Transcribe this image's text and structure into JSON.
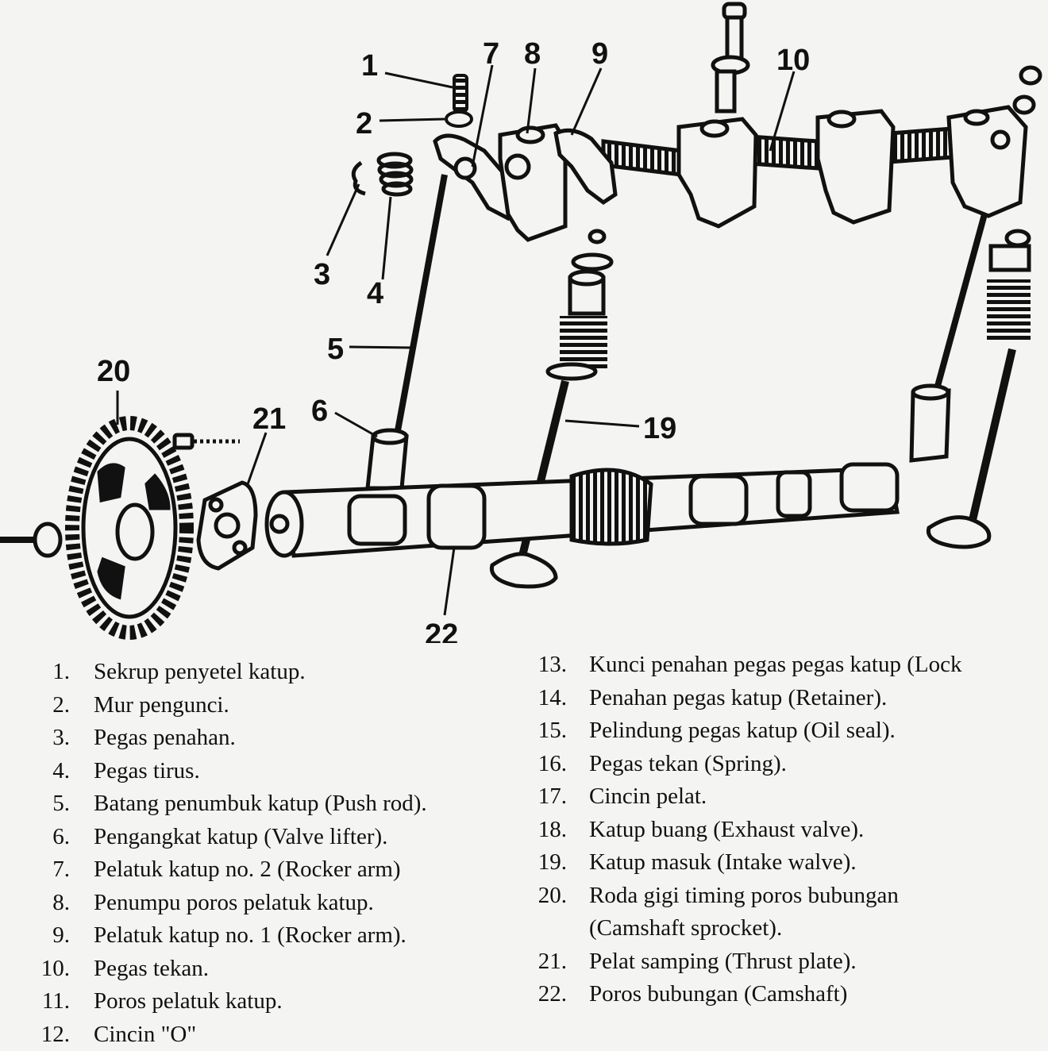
{
  "callouts": [
    "1",
    "2",
    "3",
    "4",
    "5",
    "6",
    "7",
    "8",
    "9",
    "10",
    "19",
    "20",
    "21",
    "22"
  ],
  "legend_left": [
    {
      "num": "1.",
      "text": "Sekrup penyetel katup."
    },
    {
      "num": "2.",
      "text": "Mur pengunci."
    },
    {
      "num": "3.",
      "text": "Pegas penahan."
    },
    {
      "num": "4.",
      "text": "Pegas tirus."
    },
    {
      "num": "5.",
      "text": "Batang penumbuk katup (Push rod)."
    },
    {
      "num": "6.",
      "text": "Pengangkat katup (Valve lifter)."
    },
    {
      "num": "7.",
      "text": "Pelatuk katup no. 2 (Rocker arm)"
    },
    {
      "num": "8.",
      "text": "Penumpu poros pelatuk katup."
    },
    {
      "num": "9.",
      "text": "Pelatuk katup no. 1 (Rocker arm)."
    },
    {
      "num": "10.",
      "text": "Pegas tekan."
    },
    {
      "num": "11.",
      "text": "Poros pelatuk katup."
    },
    {
      "num": "12.",
      "text": "Cincin \"O\""
    }
  ],
  "legend_right": [
    {
      "num": "13.",
      "text": "Kunci penahan pegas pegas katup (Lock"
    },
    {
      "num": "14.",
      "text": "Penahan pegas katup (Retainer)."
    },
    {
      "num": "15.",
      "text": "Pelindung pegas katup (Oil seal)."
    },
    {
      "num": "16.",
      "text": "Pegas tekan (Spring)."
    },
    {
      "num": "17.",
      "text": "Cincin pelat."
    },
    {
      "num": "18.",
      "text": "Katup buang (Exhaust valve)."
    },
    {
      "num": "19.",
      "text": "Katup masuk (Intake walve)."
    },
    {
      "num": "20.",
      "text": "Roda gigi timing poros bubungan"
    },
    {
      "num": "",
      "text": "(Camshaft sprocket)."
    },
    {
      "num": "21.",
      "text": "Pelat samping (Thrust plate)."
    },
    {
      "num": "22.",
      "text": "Poros bubungan (Camshaft)"
    }
  ]
}
